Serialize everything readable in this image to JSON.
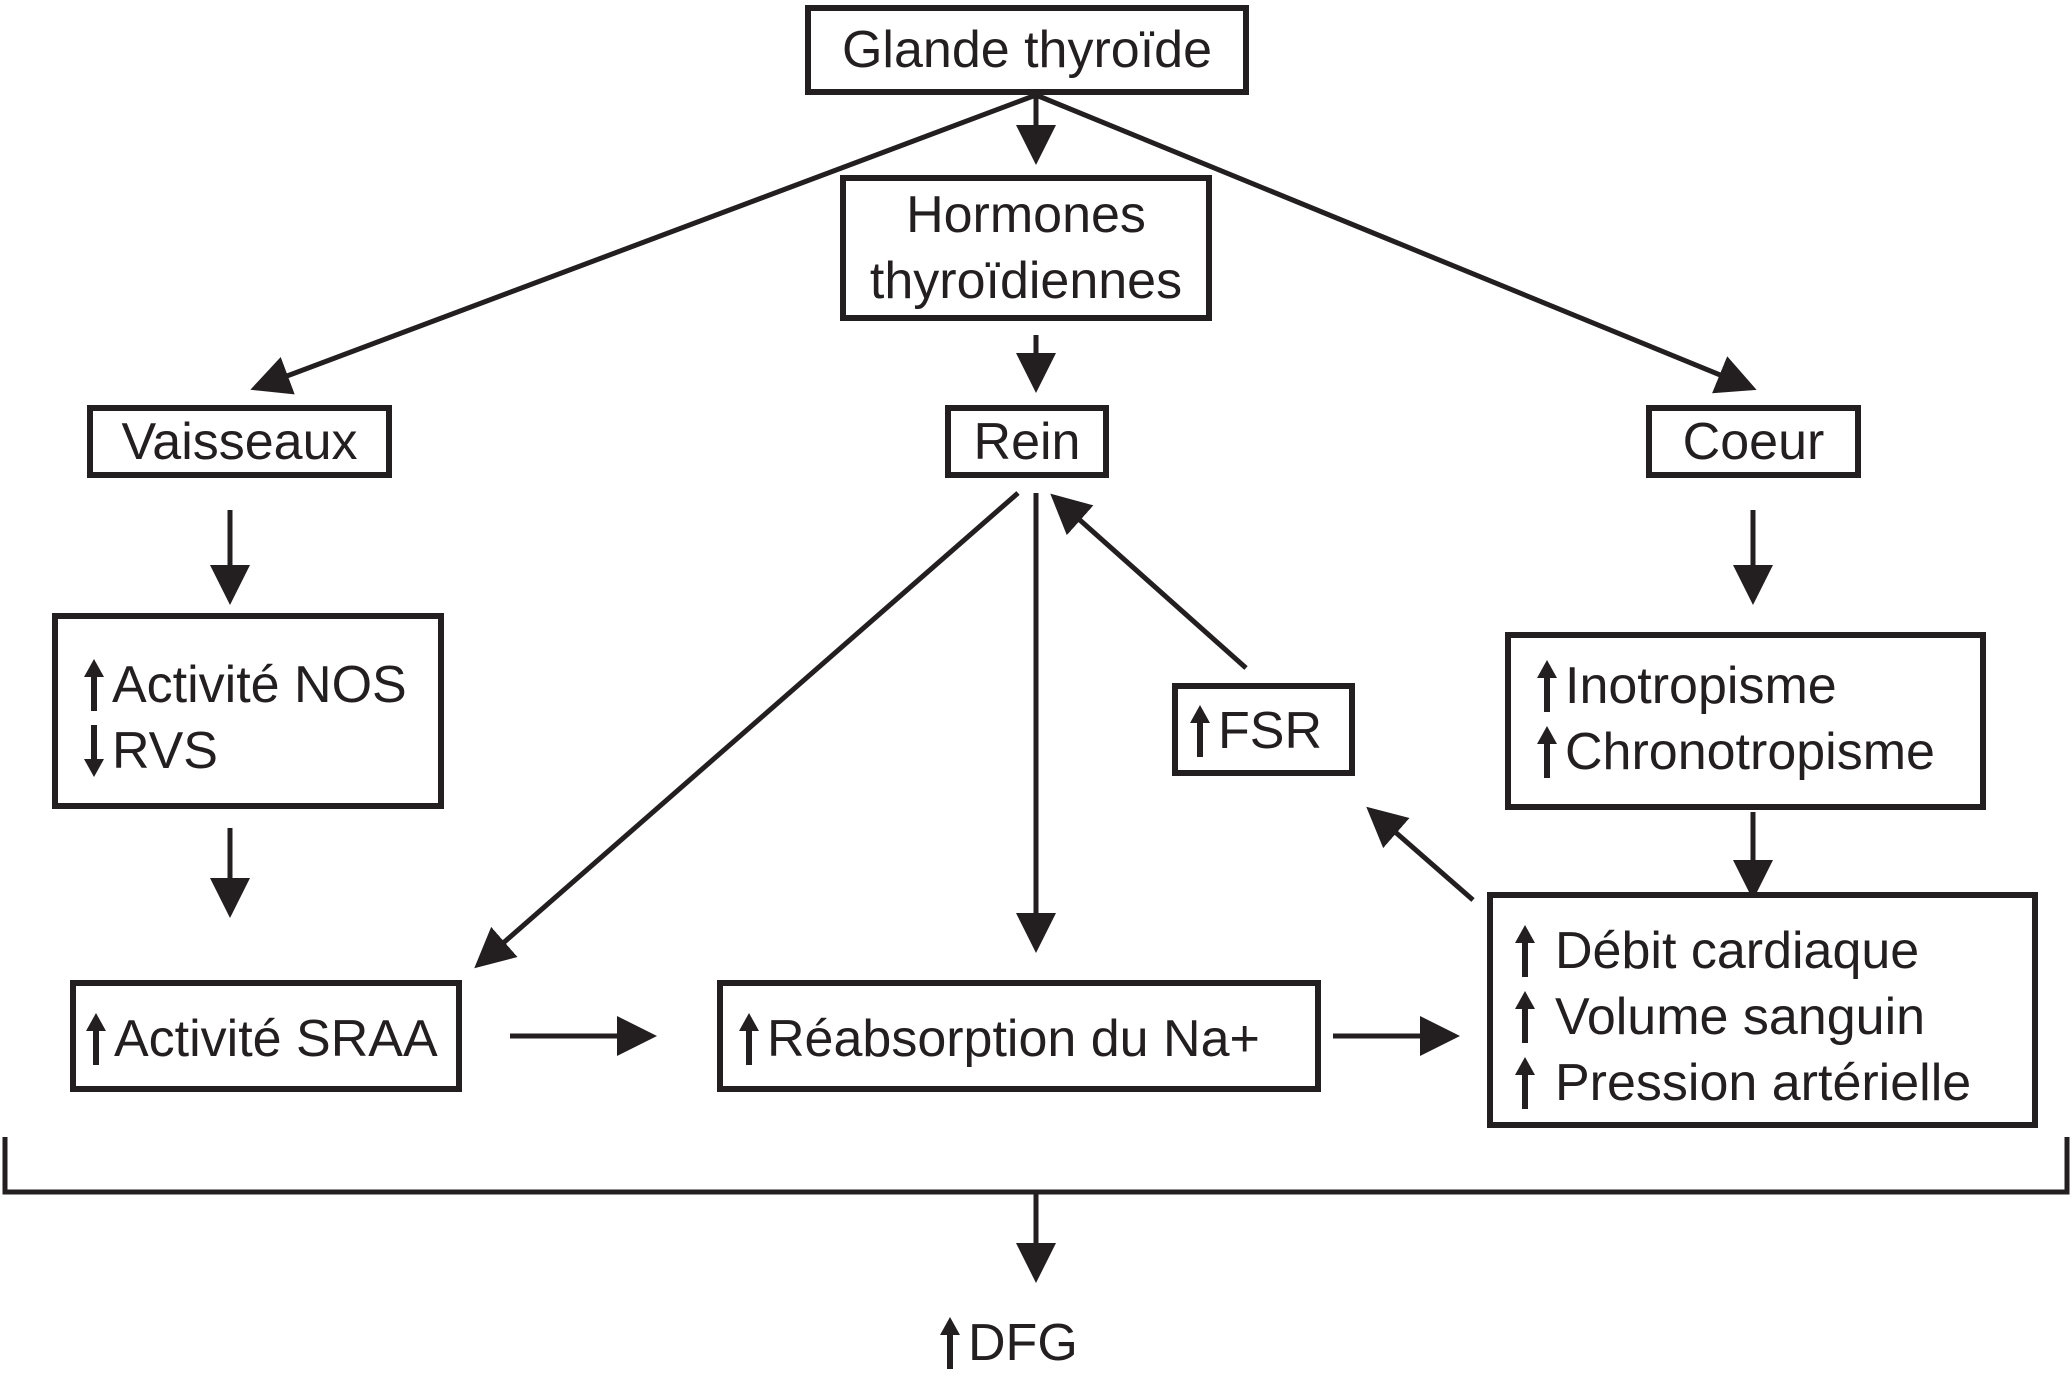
{
  "nodes": {
    "thyroid": "Glande thyroïde",
    "hormones": [
      "Hormones",
      "thyroïdiennes"
    ],
    "vessels": "Vaisseaux",
    "kidney": "Rein",
    "heart": "Coeur",
    "vessels_effects": [
      {
        "dir": "up",
        "text": "Activité NOS"
      },
      {
        "dir": "down",
        "text": "RVS"
      }
    ],
    "fsr": {
      "dir": "up",
      "text": "FSR"
    },
    "heart_effects": [
      {
        "dir": "up",
        "text": "Inotropisme"
      },
      {
        "dir": "up",
        "text": "Chronotropisme"
      }
    ],
    "sraa": {
      "dir": "up",
      "text": "Activité SRAA"
    },
    "na": {
      "dir": "up",
      "text": "Réabsorption du Na+"
    },
    "hemo": [
      {
        "dir": "up",
        "text": "Débit cardiaque"
      },
      {
        "dir": "up",
        "text": "Volume sanguin"
      },
      {
        "dir": "up",
        "text": "Pression artérielle"
      }
    ],
    "dfg": {
      "dir": "up",
      "text": "DFG"
    }
  },
  "colors": {
    "ink": "#231f20",
    "background": "#ffffff"
  }
}
